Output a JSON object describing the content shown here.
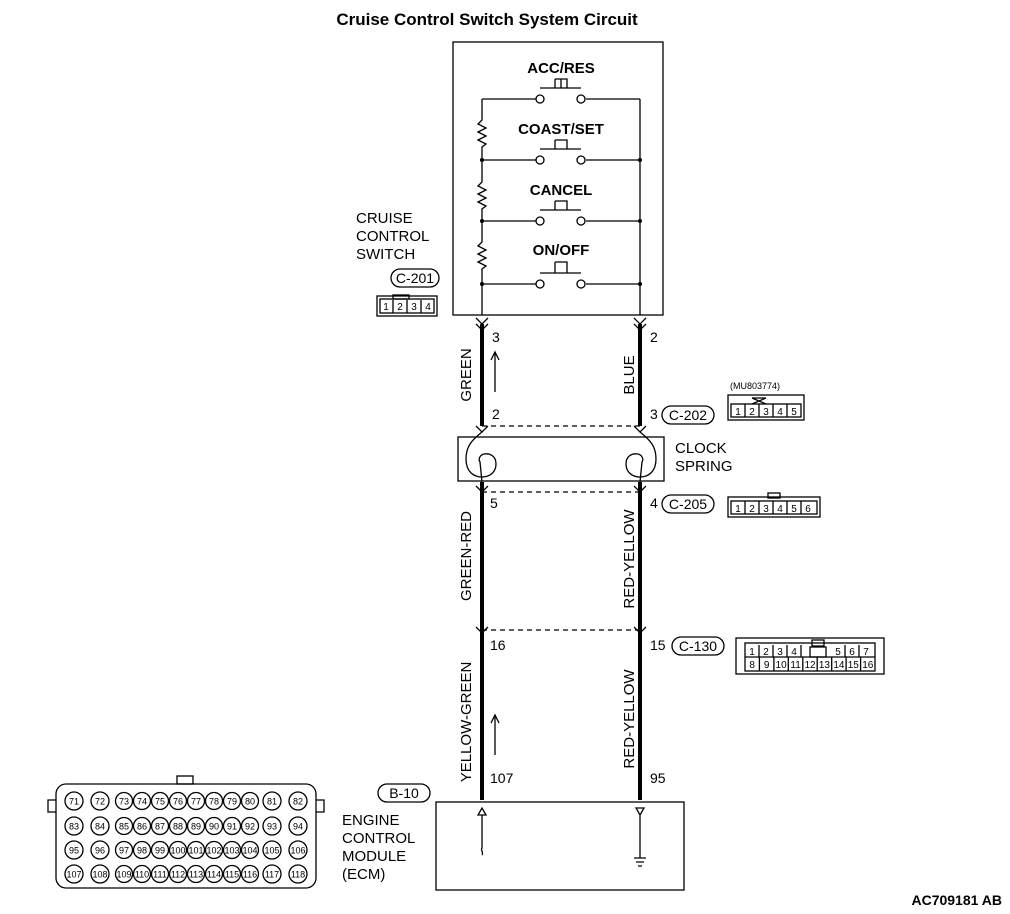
{
  "title": "Cruise Control Switch System Circuit",
  "switch": {
    "label_lines": [
      "CRUISE",
      "CONTROL",
      "SWITCH"
    ],
    "buttons": [
      "ACC/RES",
      "COAST/SET",
      "CANCEL",
      "ON/OFF"
    ],
    "connector": "C-201",
    "connector_pins": [
      "1",
      "2",
      "3",
      "4"
    ]
  },
  "clock_spring": {
    "label_lines": [
      "CLOCK",
      "SPRING"
    ],
    "connector_top": "C-202",
    "connector_top_part": "(MU803774)",
    "connector_top_pins": [
      "1",
      "2",
      "3",
      "4",
      "5"
    ],
    "connector_bottom": "C-205",
    "connector_bottom_pins": [
      "1",
      "2",
      "3",
      "4",
      "5",
      "6"
    ]
  },
  "junction": {
    "connector": "C-130",
    "pins_top": [
      "1",
      "2",
      "3",
      "4",
      "5",
      "6",
      "7"
    ],
    "pins_bottom": [
      "8",
      "9",
      "10",
      "11",
      "12",
      "13",
      "14",
      "15",
      "16"
    ]
  },
  "left_wire": {
    "segments": [
      "GREEN",
      "GREEN-RED",
      "YELLOW-GREEN"
    ],
    "pins": [
      "3",
      "2",
      "5",
      "16",
      "107"
    ]
  },
  "right_wire": {
    "segments": [
      "BLUE",
      "RED-YELLOW",
      "RED-YELLOW"
    ],
    "pins": [
      "2",
      "3",
      "4",
      "15",
      "95"
    ]
  },
  "ecm": {
    "label_lines": [
      "ENGINE",
      "CONTROL",
      "MODULE",
      "(ECM)"
    ],
    "connector": "B-10",
    "pin_rows": [
      [
        "71",
        "72",
        "73",
        "74",
        "75",
        "76",
        "77",
        "78",
        "79",
        "80",
        "81",
        "82"
      ],
      [
        "83",
        "84",
        "85",
        "86",
        "87",
        "88",
        "89",
        "90",
        "91",
        "92",
        "93",
        "94"
      ],
      [
        "95",
        "96",
        "97",
        "98",
        "99",
        "100",
        "101",
        "102",
        "103",
        "104",
        "105",
        "106"
      ],
      [
        "107",
        "108",
        "109",
        "110",
        "111",
        "112",
        "113",
        "114",
        "115",
        "116",
        "117",
        "118"
      ]
    ]
  },
  "figure_code": "AC709181 AB"
}
